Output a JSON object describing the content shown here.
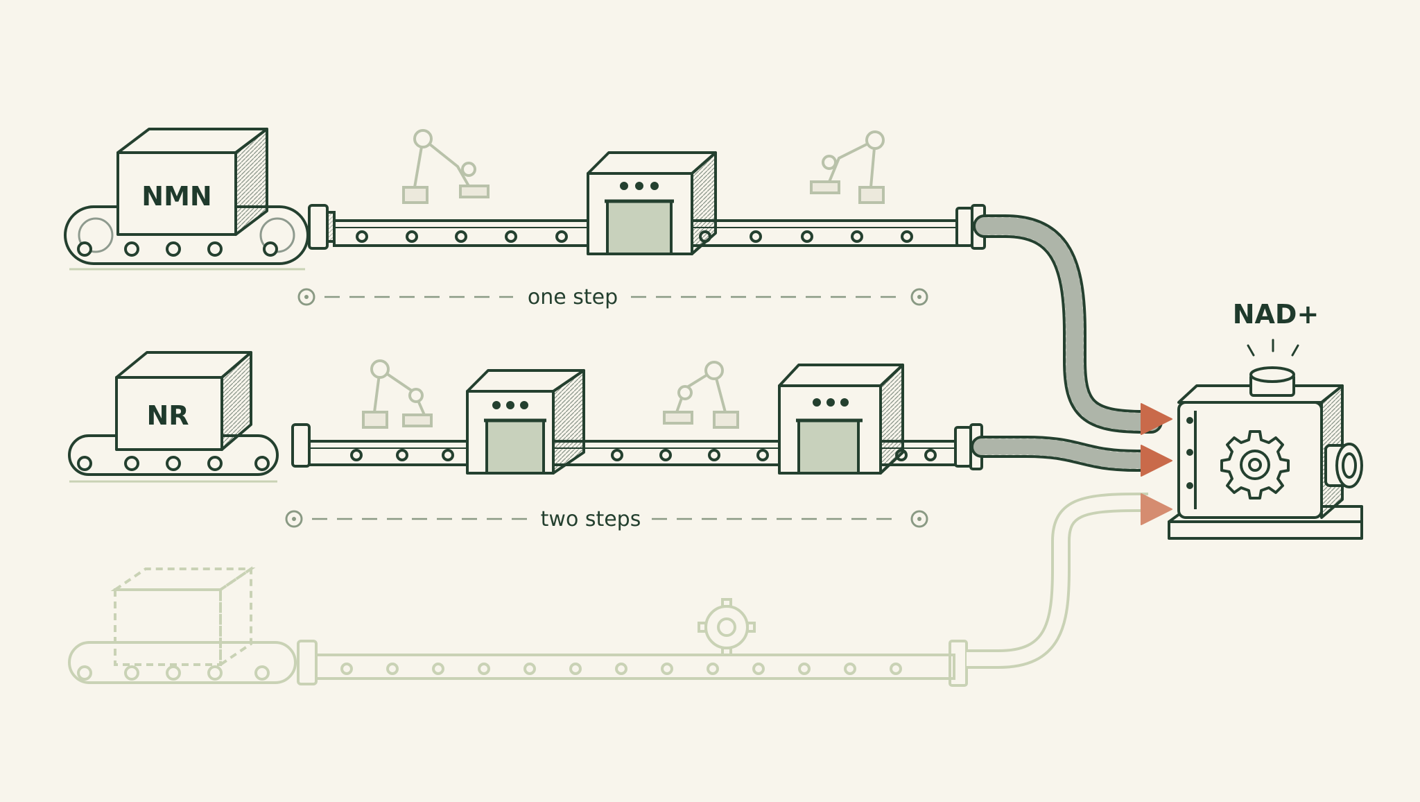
{
  "diagram": {
    "lines": [
      {
        "input_label": "NMN",
        "step_label": "one step",
        "converters": 1,
        "faded": false
      },
      {
        "input_label": "NR",
        "step_label": "two steps",
        "converters": 2,
        "faded": false
      },
      {
        "input_label": "",
        "step_label": "",
        "converters": 0,
        "faded": true
      }
    ],
    "output_label": "NAD+"
  },
  "colors": {
    "background": "#f8f5ec",
    "ink": "#24402f",
    "faded_ink": "#c9d2b5",
    "window_fill": "#c8d1bc",
    "robot_arm": "#b9c2aa",
    "arrow": "#c96a4a"
  }
}
